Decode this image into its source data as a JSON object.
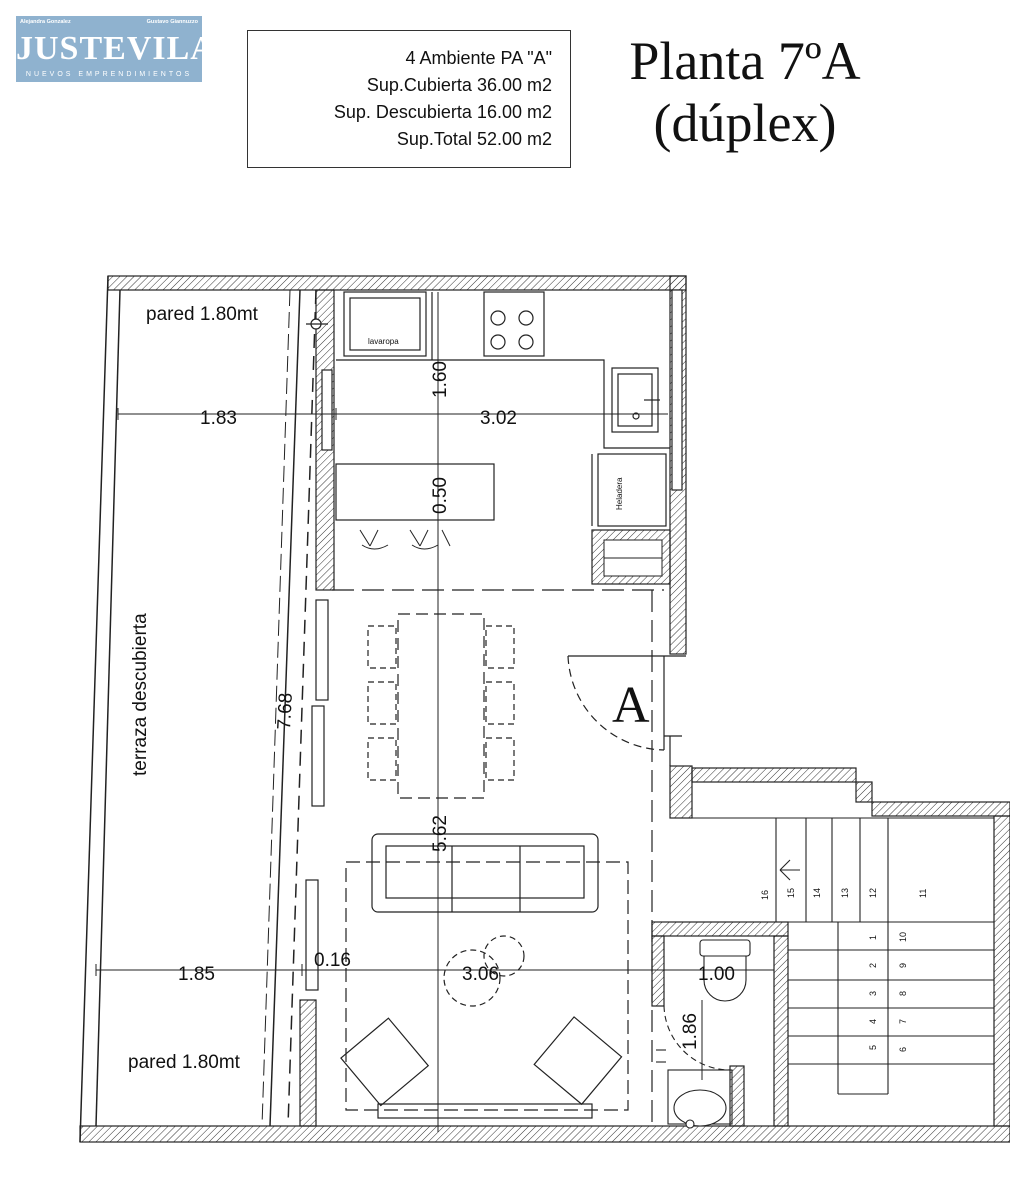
{
  "logo": {
    "name_left": "Alejandra Gonzalez",
    "name_right": "Gustavo Giannuzzo",
    "brand": "JUSTEVILA",
    "tagline": "NUEVOS EMPRENDIMIENTOS"
  },
  "info": {
    "line1": "4  Ambiente PA \"A\"",
    "line2": "Sup.Cubierta 36.00 m2",
    "line3": "Sup. Descubierta 16.00 m2",
    "line4": "Sup.Total  52.00 m2"
  },
  "title": {
    "line1": "Planta 7ºA",
    "line2": "(dúplex)"
  },
  "labels": {
    "pared_top": "pared 1.80mt",
    "pared_bottom": "pared 1.80mt",
    "terraza": "terraza descubierta",
    "lavaropa": "lavaropa",
    "heladera": "Heladera",
    "unit": "A"
  },
  "dimensions": {
    "d_183": "1.83",
    "d_302": "3.02",
    "d_160": "1.60",
    "d_050": "0.50",
    "d_768": "7.68",
    "d_562": "5.62",
    "d_185": "1.85",
    "d_016": "0.16",
    "d_306": "3.06",
    "d_100": "1.00",
    "d_186": "1.86"
  },
  "stairs": {
    "upper": [
      "16",
      "15",
      "14",
      "13",
      "12",
      "11"
    ],
    "right_col": [
      "10",
      "9",
      "8",
      "7",
      "6"
    ],
    "left_col": [
      "1",
      "2",
      "3",
      "4",
      "5"
    ]
  }
}
